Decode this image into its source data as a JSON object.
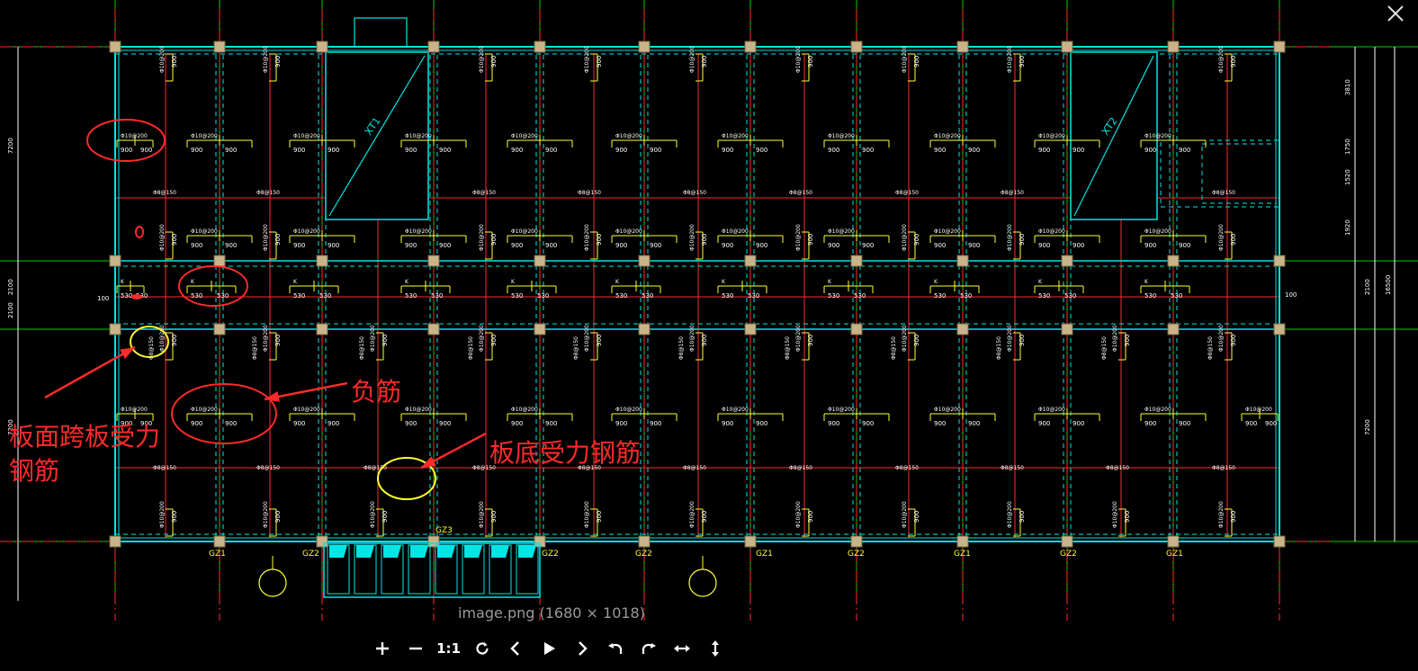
{
  "viewer": {
    "caption": "image.png (1680 × 1018)",
    "toolbar": {
      "zoom_in": "+",
      "zoom_out": "−",
      "actual_size": "1:1"
    },
    "close_icon": "close-icon"
  },
  "drawing": {
    "annotations": {
      "negative_rebar": "负筋",
      "top_span_rebar_line1": "板面跨板受力",
      "top_span_rebar_line2": "钢筋",
      "bottom_rebar": "板底受力钢筋"
    },
    "stair_labels": [
      "XT1",
      "XT2"
    ],
    "column_labels": [
      "GZ1",
      "GZ2",
      "GZ3",
      "GZ2",
      "GZ2",
      "GZ1",
      "GZ2",
      "GZ1",
      "GZ2",
      "GZ1"
    ],
    "rebar_spec_a": "Φ10@200",
    "rebar_spec_b": "Φ8@150",
    "anchor_len_a": "900",
    "anchor_len_b": "530",
    "dims_left": [
      "7200",
      "2100",
      "2100",
      "7200"
    ],
    "dims_right": [
      "3810",
      "1750",
      "1520",
      "1920",
      "2100",
      "7200",
      "16500"
    ],
    "edge_note": "100",
    "colors": {
      "slab_outline": "#00e5e5",
      "beam_line": "#ff2a2a",
      "rebar": "#ffff33",
      "grid": "#00cc00",
      "annotation": "#ff2a2a",
      "text": "#ffffff"
    }
  }
}
